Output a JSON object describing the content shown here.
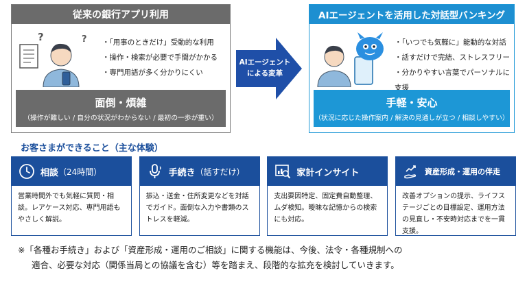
{
  "before": {
    "title": "従来の銀行アプリ利用",
    "bullets": [
      "「用事のときだけ」受動的な利用",
      "操作・検索が必要で手間がかかる",
      "専門用語が多く分かりにくい"
    ],
    "summary_title": "面倒・煩雑",
    "summary_sub": "（操作が難しい / 自分の状況がわからない / 最初の一歩が重い）"
  },
  "arrow": {
    "line1": "AIエージェント",
    "line2": "による変革"
  },
  "after": {
    "title": "AIエージェントを活用した対話型バンキング",
    "bullets": [
      "「いつでも気軽に」能動的な対話",
      "話すだけで完結、ストレスフリー",
      "分かりやすい言葉でパーソナルに支援"
    ],
    "summary_title": "手軽・安心",
    "summary_sub": "（状況に応じた操作案内 / 解決の見通しが立つ / 相談しやすい）"
  },
  "experiences": {
    "title": "お客さまができること（主な体験）",
    "cards": [
      {
        "title": "相談",
        "suffix": "（24時間）",
        "icon": "clock-icon",
        "body": "営業時間外でも気軽に質問・相談。レアケース対応、専門用語もやさしく解説。"
      },
      {
        "title": "手続き",
        "suffix": "（話すだけ）",
        "icon": "microphone-icon",
        "body": "振込・送金・住所変更などを対話でガイド。面倒な入力や書類のストレスを軽減。"
      },
      {
        "title": "家計インサイト",
        "suffix": "",
        "icon": "analytics-icon",
        "body": "支出要因特定、固定費自動整理、ムダ検知。曖昧な記憶からの検索にも対応。"
      },
      {
        "title": "資産形成・運用の伴走",
        "suffix": "",
        "icon": "growth-hand-icon",
        "body": "改善オプションの提示、ライフステージごとの目標設定、運用方法の見直し・不安時対応までを一貫支援。"
      }
    ]
  },
  "footnote": {
    "line1": "※「各種お手続き」および「資産形成・運用のご相談」に関する機能は、今後、法令・各種規制への",
    "line2": "適合、必要な対応（関係当局との協議を含む）等を踏まえ、段階的な拡充を検討していきます。"
  },
  "colors": {
    "gray": "#6b6b6b",
    "light_blue": "#1d97d6",
    "navy": "#1b4f9c",
    "arrow": "#1f4fa8"
  }
}
